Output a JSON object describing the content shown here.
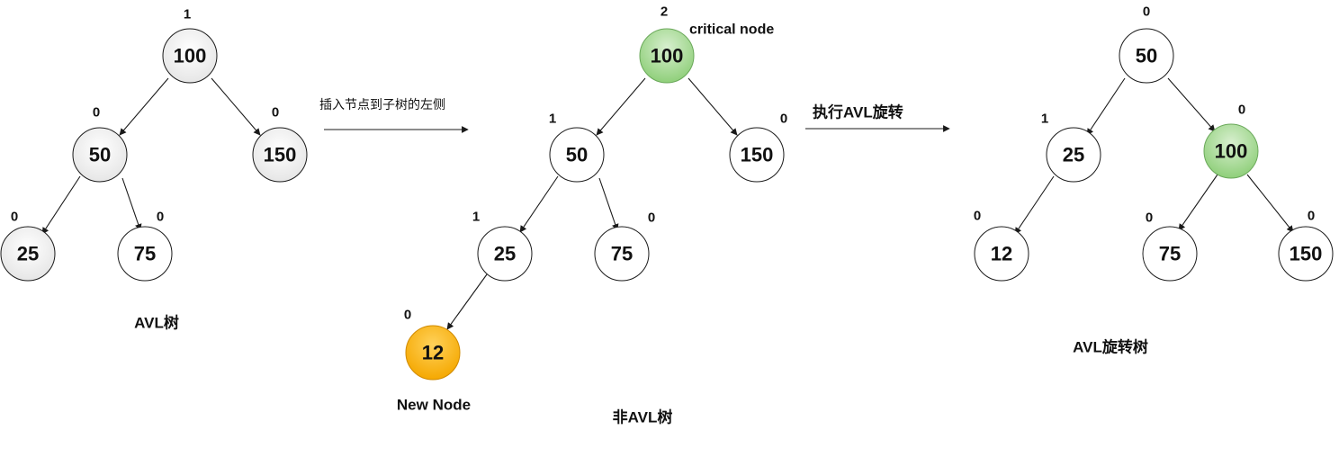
{
  "trees": [
    {
      "caption": "AVL树",
      "nodes": [
        {
          "id": "t1-100",
          "label": "100",
          "balance": "1",
          "fill": "#f2f2f2"
        },
        {
          "id": "t1-50",
          "label": "50",
          "balance": "0",
          "fill": "#f2f2f2"
        },
        {
          "id": "t1-150",
          "label": "150",
          "balance": "0",
          "fill": "#f2f2f2"
        },
        {
          "id": "t1-25",
          "label": "25",
          "balance": "0",
          "fill": "#f2f2f2"
        },
        {
          "id": "t1-75",
          "label": "75",
          "balance": "0",
          "fill": "#ffffff"
        }
      ]
    },
    {
      "caption": "非AVL树",
      "nodes": [
        {
          "id": "t2-100",
          "label": "100",
          "balance": "2",
          "fill": "green"
        },
        {
          "id": "t2-50",
          "label": "50",
          "balance": "1",
          "fill": "#ffffff"
        },
        {
          "id": "t2-150",
          "label": "150",
          "balance": "0",
          "fill": "#ffffff"
        },
        {
          "id": "t2-25",
          "label": "25",
          "balance": "1",
          "fill": "#ffffff"
        },
        {
          "id": "t2-75",
          "label": "75",
          "balance": "0",
          "fill": "#ffffff"
        },
        {
          "id": "t2-12",
          "label": "12",
          "balance": "0",
          "fill": "orange"
        }
      ],
      "critical_label": "critical node",
      "new_node_label": "New Node"
    },
    {
      "caption": "AVL旋转树",
      "nodes": [
        {
          "id": "t3-50",
          "label": "50",
          "balance": "0",
          "fill": "#ffffff"
        },
        {
          "id": "t3-25",
          "label": "25",
          "balance": "1",
          "fill": "#ffffff"
        },
        {
          "id": "t3-100",
          "label": "100",
          "balance": "0",
          "fill": "green"
        },
        {
          "id": "t3-12",
          "label": "12",
          "balance": "0",
          "fill": "#ffffff"
        },
        {
          "id": "t3-75",
          "label": "75",
          "balance": "0",
          "fill": "#ffffff"
        },
        {
          "id": "t3-150",
          "label": "150",
          "balance": "0",
          "fill": "#ffffff"
        }
      ]
    }
  ],
  "steps": [
    {
      "label": "插入节点到子树的左侧"
    },
    {
      "label": "执行AVL旋转"
    }
  ],
  "colors": {
    "green_highlight": "#8fcf7a",
    "orange_highlight": "#f5a800",
    "stroke": "#1a1a1a"
  }
}
